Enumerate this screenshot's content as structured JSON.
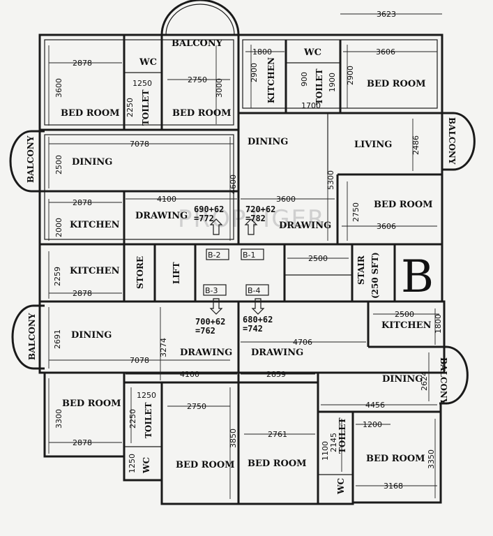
{
  "watermark": "PROPTIGER",
  "block_letter": "B",
  "units": {
    "b1": "B-1",
    "b2": "B-2",
    "b3": "B-3",
    "b4": "B-4"
  },
  "calcs": {
    "b2a": "690+62",
    "b2b": "=772",
    "b1a": "720+62",
    "b1b": "=782",
    "b3a": "700+62",
    "b3b": "=762",
    "b4a": "680+62",
    "b4b": "=742"
  },
  "rooms": {
    "balcony_top": "BALCONY",
    "wc_tl": "WC",
    "wc_tr": "WC",
    "kitchen_tr": "KITCHEN",
    "toilet_tr": "TOILET",
    "bed_tl": "BED ROOM",
    "toilet_tl": "TOILET",
    "bed_tc": "BED ROOM",
    "bed_tr": "BED ROOM",
    "balcony_left_top": "BALCONY",
    "dining_left_top": "DINING",
    "dining_mid_top": "DINING",
    "living": "LIVING",
    "balcony_right_top": "BALCONY",
    "kitchen_l1": "KITCHEN",
    "drawing_l1": "DRAWING",
    "drawing_r1": "DRAWING",
    "bed_r1": "BED ROOM",
    "kitchen_l2": "KITCHEN",
    "store": "STORE",
    "lift": "LIFT",
    "stair": "STAIR",
    "stair_area": "(250 SFT)",
    "balcony_left_bot": "BALCONY",
    "dining_left_bot": "DINING",
    "drawing_mid_bot": "DRAWING",
    "drawing_mid_bot2": "DRAWING",
    "kitchen_r2": "KITCHEN",
    "dining_right_bot": "DINING",
    "balcony_right_bot": "BALCONY",
    "bed_bl": "BED ROOM",
    "toilet_bl": "TOILET",
    "wc_bl": "WC",
    "bed_bc1": "BED ROOM",
    "bed_bc2": "BED ROOM",
    "toilet_br": "TOILET",
    "wc_br": "WC",
    "bed_br": "BED ROOM"
  },
  "dims": {
    "d3623": "3623",
    "d2878a": "2878",
    "d3600a": "3600",
    "d1250a": "1250",
    "d2250a": "2250",
    "d2750a": "2750",
    "d3000": "3000",
    "d1800a": "1800",
    "d2900a": "2900",
    "d900": "900",
    "d1900": "1900",
    "d1700": "1700",
    "d3606a": "3606",
    "d2900b": "2900",
    "d7078a": "7078",
    "d2500a": "2500",
    "d2486": "2486",
    "d4600": "4600",
    "d5300": "5300",
    "d4100a": "4100",
    "d3600b": "3600",
    "d2878b": "2878",
    "d2000": "2000",
    "d2750b": "2750",
    "d3606b": "3606",
    "d2500b": "2500",
    "d2259": "2259",
    "d2878c": "2878",
    "d2500c": "2500",
    "d1800b": "1800",
    "d2691": "2691",
    "d3274": "3274",
    "d4706": "4706",
    "d7078b": "7078",
    "d4100b": "4100",
    "d2859": "2859",
    "d2624": "2624",
    "d4456": "4456",
    "d3300": "3300",
    "d1250b": "1250",
    "d2250b": "2250",
    "d2750c": "2750",
    "d2878d": "2878",
    "d3850": "3850",
    "d2761": "2761",
    "d1200": "1200",
    "d1100": "1100",
    "d2145": "2145",
    "d3350": "3350",
    "d1250c": "1250",
    "d3168": "3168"
  }
}
